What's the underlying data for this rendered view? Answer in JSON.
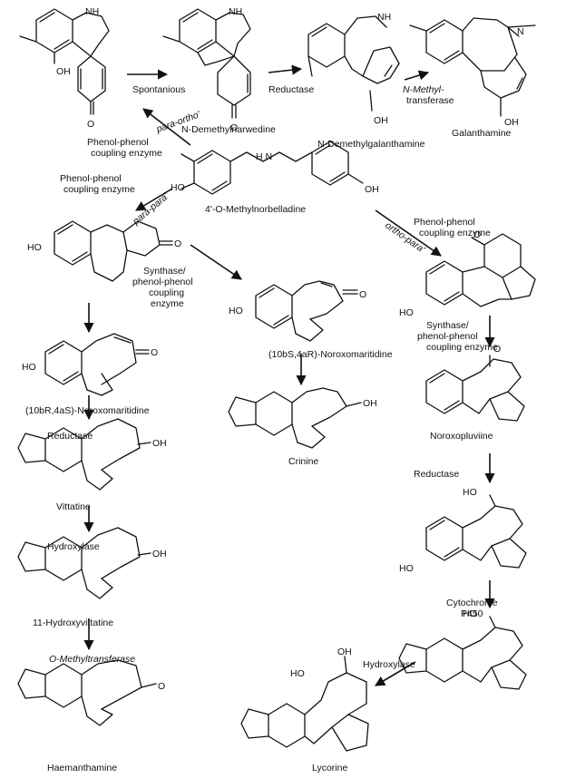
{
  "compounds": {
    "n_demethylnarwedine": "N-Demethylnarwedine",
    "n_demethylgalanthamine": "N-Demethylgalanthamine",
    "galanthamine": "Galanthamine",
    "methylnorbelladine": "4'-O-Methylnorbelladine",
    "noroxomaritidine_10bR": "(10bR,4aS)-Noroxomaritidine",
    "noroxomaritidine_10bS": "(10bS,4aR)-Noroxomaritidine",
    "vittatine": "Vittatine",
    "hydroxyvittatine": "11-Hydroxyvittatine",
    "haemanthamine": "Haemanthamine",
    "crinine": "Crinine",
    "noroxopluviine": "Noroxopluviine",
    "lycorine": "Lycorine"
  },
  "labels": {
    "spontanious": "Spontanious",
    "reductase": "Reductase",
    "n_methyl": "N-Methyl-",
    "transferase": "transferase",
    "para_ortho": "para-ortho'",
    "para_para": "para-para'",
    "ortho_para": "ortho-para'",
    "phenol_phenol": "Phenol-phenol",
    "phenol_phenol_lc": "phenol-phenol",
    "coupling_enzyme": "coupling enzyme",
    "coupling": "coupling",
    "enzyme": "enzyme",
    "synthase": "Synthase/",
    "hydroxylase": "Hydroxylase",
    "o_methyltransferase": "O-Methyltransferase",
    "cytochrome": "Cytochrome",
    "p450": "P450"
  },
  "atoms": {
    "nh": "NH",
    "n": "N",
    "h_n": "H N",
    "oh": "OH",
    "ho": "HO",
    "o": "O"
  }
}
